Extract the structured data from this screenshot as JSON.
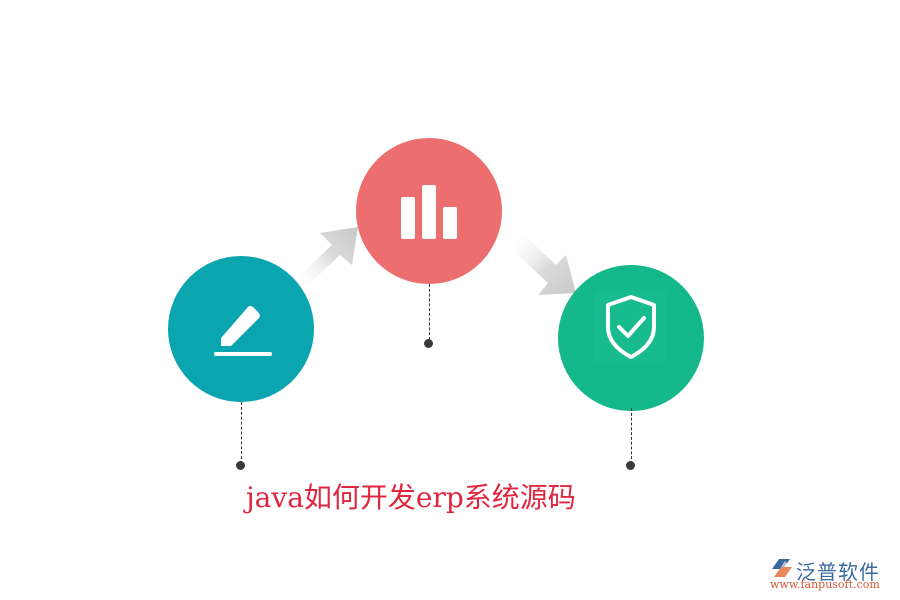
{
  "title": "java如何开发erp系统源码",
  "colors": {
    "title": "#e0263f",
    "step1": "#0ba5b0",
    "step2": "#ec6e6f",
    "step3": "#14b88a",
    "dot": "#3a3a3a",
    "arrow": "#cfcfcf"
  },
  "steps": [
    {
      "icon": "pencil-icon",
      "color": "#0ba5b0"
    },
    {
      "icon": "bar-chart-icon",
      "color": "#ec6e6f"
    },
    {
      "icon": "shield-check-icon",
      "color": "#14b88a"
    }
  ],
  "logo": {
    "name": "泛普软件",
    "url": "www.fanpusoft.com"
  }
}
